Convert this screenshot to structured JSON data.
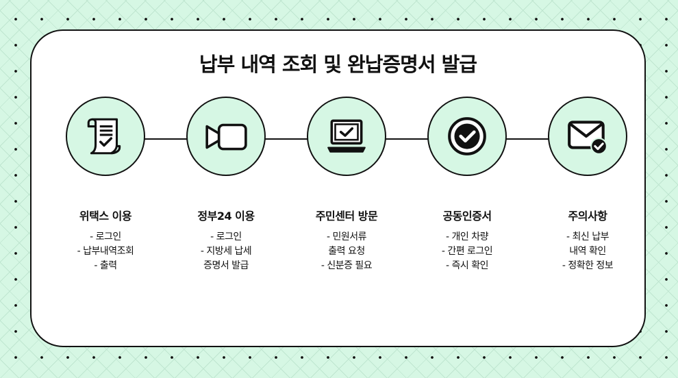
{
  "title": "납부 내역 조회 및 완납증명서 발급",
  "colors": {
    "background": "#d6f7e4",
    "circle_fill": "#d6f7e4",
    "card": "#ffffff",
    "ink": "#111111"
  },
  "steps": [
    {
      "icon": "document-check-icon",
      "title": "위택스 이용",
      "lines": [
        "- 로그인",
        "- 납부내역조회",
        "- 출력"
      ]
    },
    {
      "icon": "video-camera-icon",
      "title": "정부24 이용",
      "lines": [
        "- 로그인",
        "- 지방세 납세",
        "증명서 발급"
      ]
    },
    {
      "icon": "laptop-check-icon",
      "title": "주민센터 방문",
      "lines": [
        "- 민원서류",
        "출력 요청",
        "- 신분증 필요"
      ]
    },
    {
      "icon": "check-circle-icon",
      "title": "공동인증서",
      "lines": [
        "- 개인 차량",
        "- 간편 로그인",
        "- 즉시 확인"
      ]
    },
    {
      "icon": "mail-check-icon",
      "title": "주의사항",
      "lines": [
        "- 최신 납부",
        "내역 확인",
        "- 정확한 정보"
      ]
    }
  ]
}
